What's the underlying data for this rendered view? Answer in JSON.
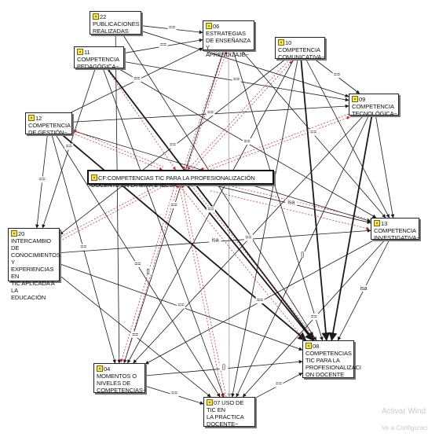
{
  "nodes": [
    {
      "id": "n22",
      "lines": [
        "22 PUBLICACIONES",
        "REALIZADAS"
      ]
    },
    {
      "id": "n06",
      "lines": [
        "06 ESTRATEGIAS",
        "DE ENSEÑANZA Y",
        "APRENDIZAJE~"
      ]
    },
    {
      "id": "n10",
      "lines": [
        "10 COMPETENCIA",
        "COMUNICATIVA~"
      ]
    },
    {
      "id": "n11",
      "lines": [
        "11 COMPETENCIA",
        "PEDAGÓGICA~"
      ]
    },
    {
      "id": "n09",
      "lines": [
        "09 COMPETENCIA",
        "TECNOLÓGICA~"
      ]
    },
    {
      "id": "n12",
      "lines": [
        "12 COMPETENCIA",
        "DE GESTIÓN~"
      ]
    },
    {
      "id": "core",
      "lines": [
        "CF:COMPETENCIAS TIC PARA LA PROFESIONALIZACIÓN DOCENTE EN LA IEMA E IECSA"
      ]
    },
    {
      "id": "n20",
      "lines": [
        "20 INTERCAMBIO",
        "DE",
        "CONOCIMIENTOS Y",
        "EXPERIENCIAS EN",
        "TIC APLICADA A LA",
        "EDUCACIÓN"
      ]
    },
    {
      "id": "n13",
      "lines": [
        "13 COMPETENCIA",
        "INVESTIGATIVA~"
      ]
    },
    {
      "id": "n08",
      "lines": [
        "08 COMPETENCIAS",
        "TIC PARA LA",
        "PROFESIONALIZACI",
        "ON DOCENTE"
      ]
    },
    {
      "id": "n04",
      "lines": [
        "04 MOMENTOS O",
        "NIVELES DE",
        "COMPETENCIAS~"
      ]
    },
    {
      "id": "n07",
      "lines": [
        "07 USO DE TIC EN",
        "LA PRACTICA",
        "DOCENTE~"
      ]
    }
  ],
  "relations": {
    "equal": "==",
    "isa": "isa",
    "part": "[]"
  },
  "edges": [
    {
      "from": "n22",
      "to": "n06",
      "label": "==",
      "style": "black"
    },
    {
      "from": "n22",
      "to": "n09",
      "label": "",
      "style": "black"
    },
    {
      "from": "n22",
      "to": "n08",
      "label": "",
      "style": "black"
    },
    {
      "from": "n22",
      "to": "n04",
      "label": "",
      "style": "black"
    },
    {
      "from": "n11",
      "to": "n06",
      "label": "==",
      "style": "black"
    },
    {
      "from": "n11",
      "to": "n09",
      "label": "==",
      "style": "black"
    },
    {
      "from": "n11",
      "to": "n08",
      "label": "",
      "style": "bold"
    },
    {
      "from": "n11",
      "to": "n13",
      "label": "==",
      "style": "black"
    },
    {
      "from": "n11",
      "to": "n20",
      "label": "==",
      "style": "black"
    },
    {
      "from": "n11",
      "to": "n07",
      "label": "",
      "style": "black"
    },
    {
      "from": "n11",
      "to": "core",
      "label": "",
      "style": "red"
    },
    {
      "from": "n12",
      "to": "n09",
      "label": "==",
      "style": "black"
    },
    {
      "from": "n12",
      "to": "n08",
      "label": "",
      "style": "bold"
    },
    {
      "from": "n12",
      "to": "n06",
      "label": "==",
      "style": "black"
    },
    {
      "from": "n12",
      "to": "n20",
      "label": "==",
      "style": "black"
    },
    {
      "from": "n12",
      "to": "n04",
      "label": "==",
      "style": "black"
    },
    {
      "from": "n12",
      "to": "n07",
      "label": "==",
      "style": "black"
    },
    {
      "from": "n12",
      "to": "n13",
      "label": "",
      "style": "black"
    },
    {
      "from": "n10",
      "to": "n09",
      "label": "==",
      "style": "black"
    },
    {
      "from": "n10",
      "to": "n08",
      "label": "",
      "style": "bold"
    },
    {
      "from": "n10",
      "to": "n13",
      "label": "",
      "style": "black"
    },
    {
      "from": "n10",
      "to": "n04",
      "label": "==",
      "style": "black"
    },
    {
      "from": "n10",
      "to": "n07",
      "label": "",
      "style": "black"
    },
    {
      "from": "n10",
      "to": "n20",
      "label": "==",
      "style": "black"
    },
    {
      "from": "n09",
      "to": "n13",
      "label": "",
      "style": "black"
    },
    {
      "from": "n09",
      "to": "n08",
      "label": "",
      "style": "bold"
    },
    {
      "from": "n09",
      "to": "n04",
      "label": "==",
      "style": "black"
    },
    {
      "from": "n09",
      "to": "n07",
      "label": "[]",
      "style": "black"
    },
    {
      "from": "n06",
      "to": "n13",
      "label": "==",
      "style": "black"
    },
    {
      "from": "n06",
      "to": "n04",
      "label": "==",
      "style": "black"
    },
    {
      "from": "n06",
      "to": "n07",
      "label": "",
      "style": "gray"
    },
    {
      "from": "n06",
      "to": "n08",
      "label": "",
      "style": "black"
    },
    {
      "from": "n20",
      "to": "n13",
      "label": "isa",
      "style": "black"
    },
    {
      "from": "n20",
      "to": "n08",
      "label": "==",
      "style": "black"
    },
    {
      "from": "n20",
      "to": "n07",
      "label": "==",
      "style": "black"
    },
    {
      "from": "n13",
      "to": "n08",
      "label": "isa",
      "style": "black"
    },
    {
      "from": "n13",
      "to": "n04",
      "label": "==",
      "style": "black"
    },
    {
      "from": "n13",
      "to": "n07",
      "label": "==",
      "style": "black"
    },
    {
      "from": "n04",
      "to": "n08",
      "label": "[]",
      "style": "black"
    },
    {
      "from": "n04",
      "to": "n07",
      "label": "==",
      "style": "black"
    },
    {
      "from": "n07",
      "to": "n08",
      "label": "==",
      "style": "black"
    },
    {
      "from": "core",
      "to": "n08",
      "label": "",
      "style": "bold"
    },
    {
      "from": "core",
      "to": "n13",
      "label": "isa",
      "style": "black"
    },
    {
      "from": "n06",
      "to": "core",
      "label": "",
      "style": "red"
    },
    {
      "from": "n10",
      "to": "core",
      "label": "",
      "style": "red"
    },
    {
      "from": "n09",
      "to": "core",
      "label": "",
      "style": "red"
    },
    {
      "from": "n12",
      "to": "core",
      "label": "",
      "style": "red"
    },
    {
      "from": "n20",
      "to": "core",
      "label": "",
      "style": "red"
    },
    {
      "from": "n13",
      "to": "core",
      "label": "",
      "style": "red"
    },
    {
      "from": "n08",
      "to": "core",
      "label": "",
      "style": "red"
    },
    {
      "from": "n04",
      "to": "core",
      "label": "",
      "style": "red"
    },
    {
      "from": "n07",
      "to": "core",
      "label": "",
      "style": "red"
    },
    {
      "from": "core",
      "to": "n07",
      "label": "",
      "style": "red"
    },
    {
      "from": "core",
      "to": "n04",
      "label": "[]",
      "style": "red"
    },
    {
      "from": "core",
      "to": "n08",
      "label": "",
      "style": "red"
    },
    {
      "from": "core",
      "to": "n10",
      "label": "",
      "style": "red"
    },
    {
      "from": "core",
      "to": "n06",
      "label": "",
      "style": "red"
    },
    {
      "from": "core",
      "to": "n09",
      "label": "",
      "style": "red"
    },
    {
      "from": "core",
      "to": "n13",
      "label": "",
      "style": "red"
    },
    {
      "from": "core",
      "to": "n20",
      "label": "",
      "style": "red"
    },
    {
      "from": "core",
      "to": "n12",
      "label": "",
      "style": "red"
    }
  ],
  "colors": {
    "edge": "#1a1a1a",
    "edge_red": "#d61f1f",
    "edge_gray": "#9a9a9a",
    "icon": "#f3e35a"
  },
  "watermark": {
    "line1": "Activar Wind",
    "line2": "Ve a Configuraci"
  }
}
